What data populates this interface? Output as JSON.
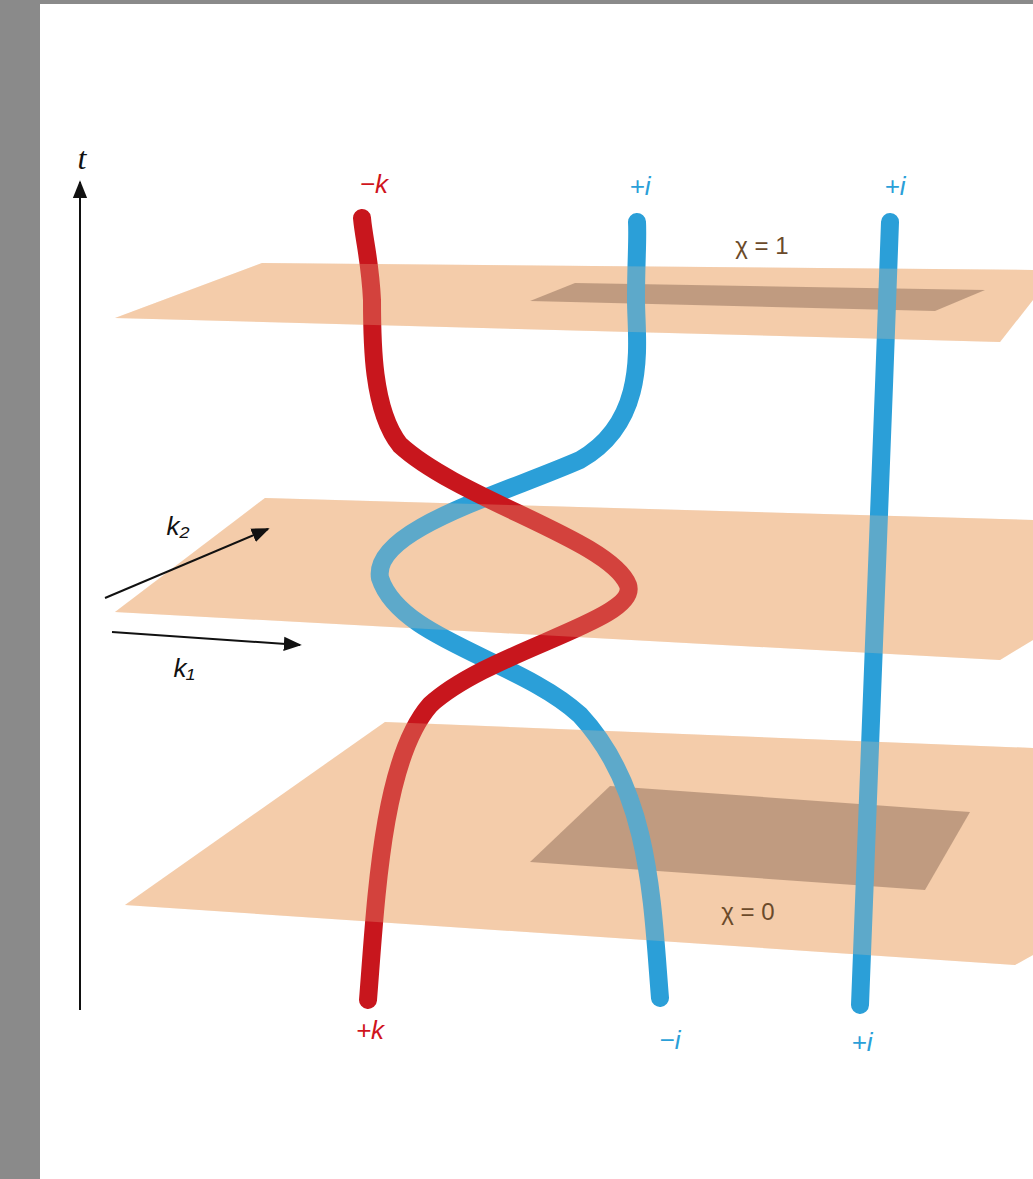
{
  "diagram": {
    "labels": [
      "t",
      "−k",
      "+i",
      "+i",
      "χ = 1",
      "k₂",
      "k₁",
      "+k",
      "−i",
      "+i",
      "χ = 0"
    ]
  }
}
